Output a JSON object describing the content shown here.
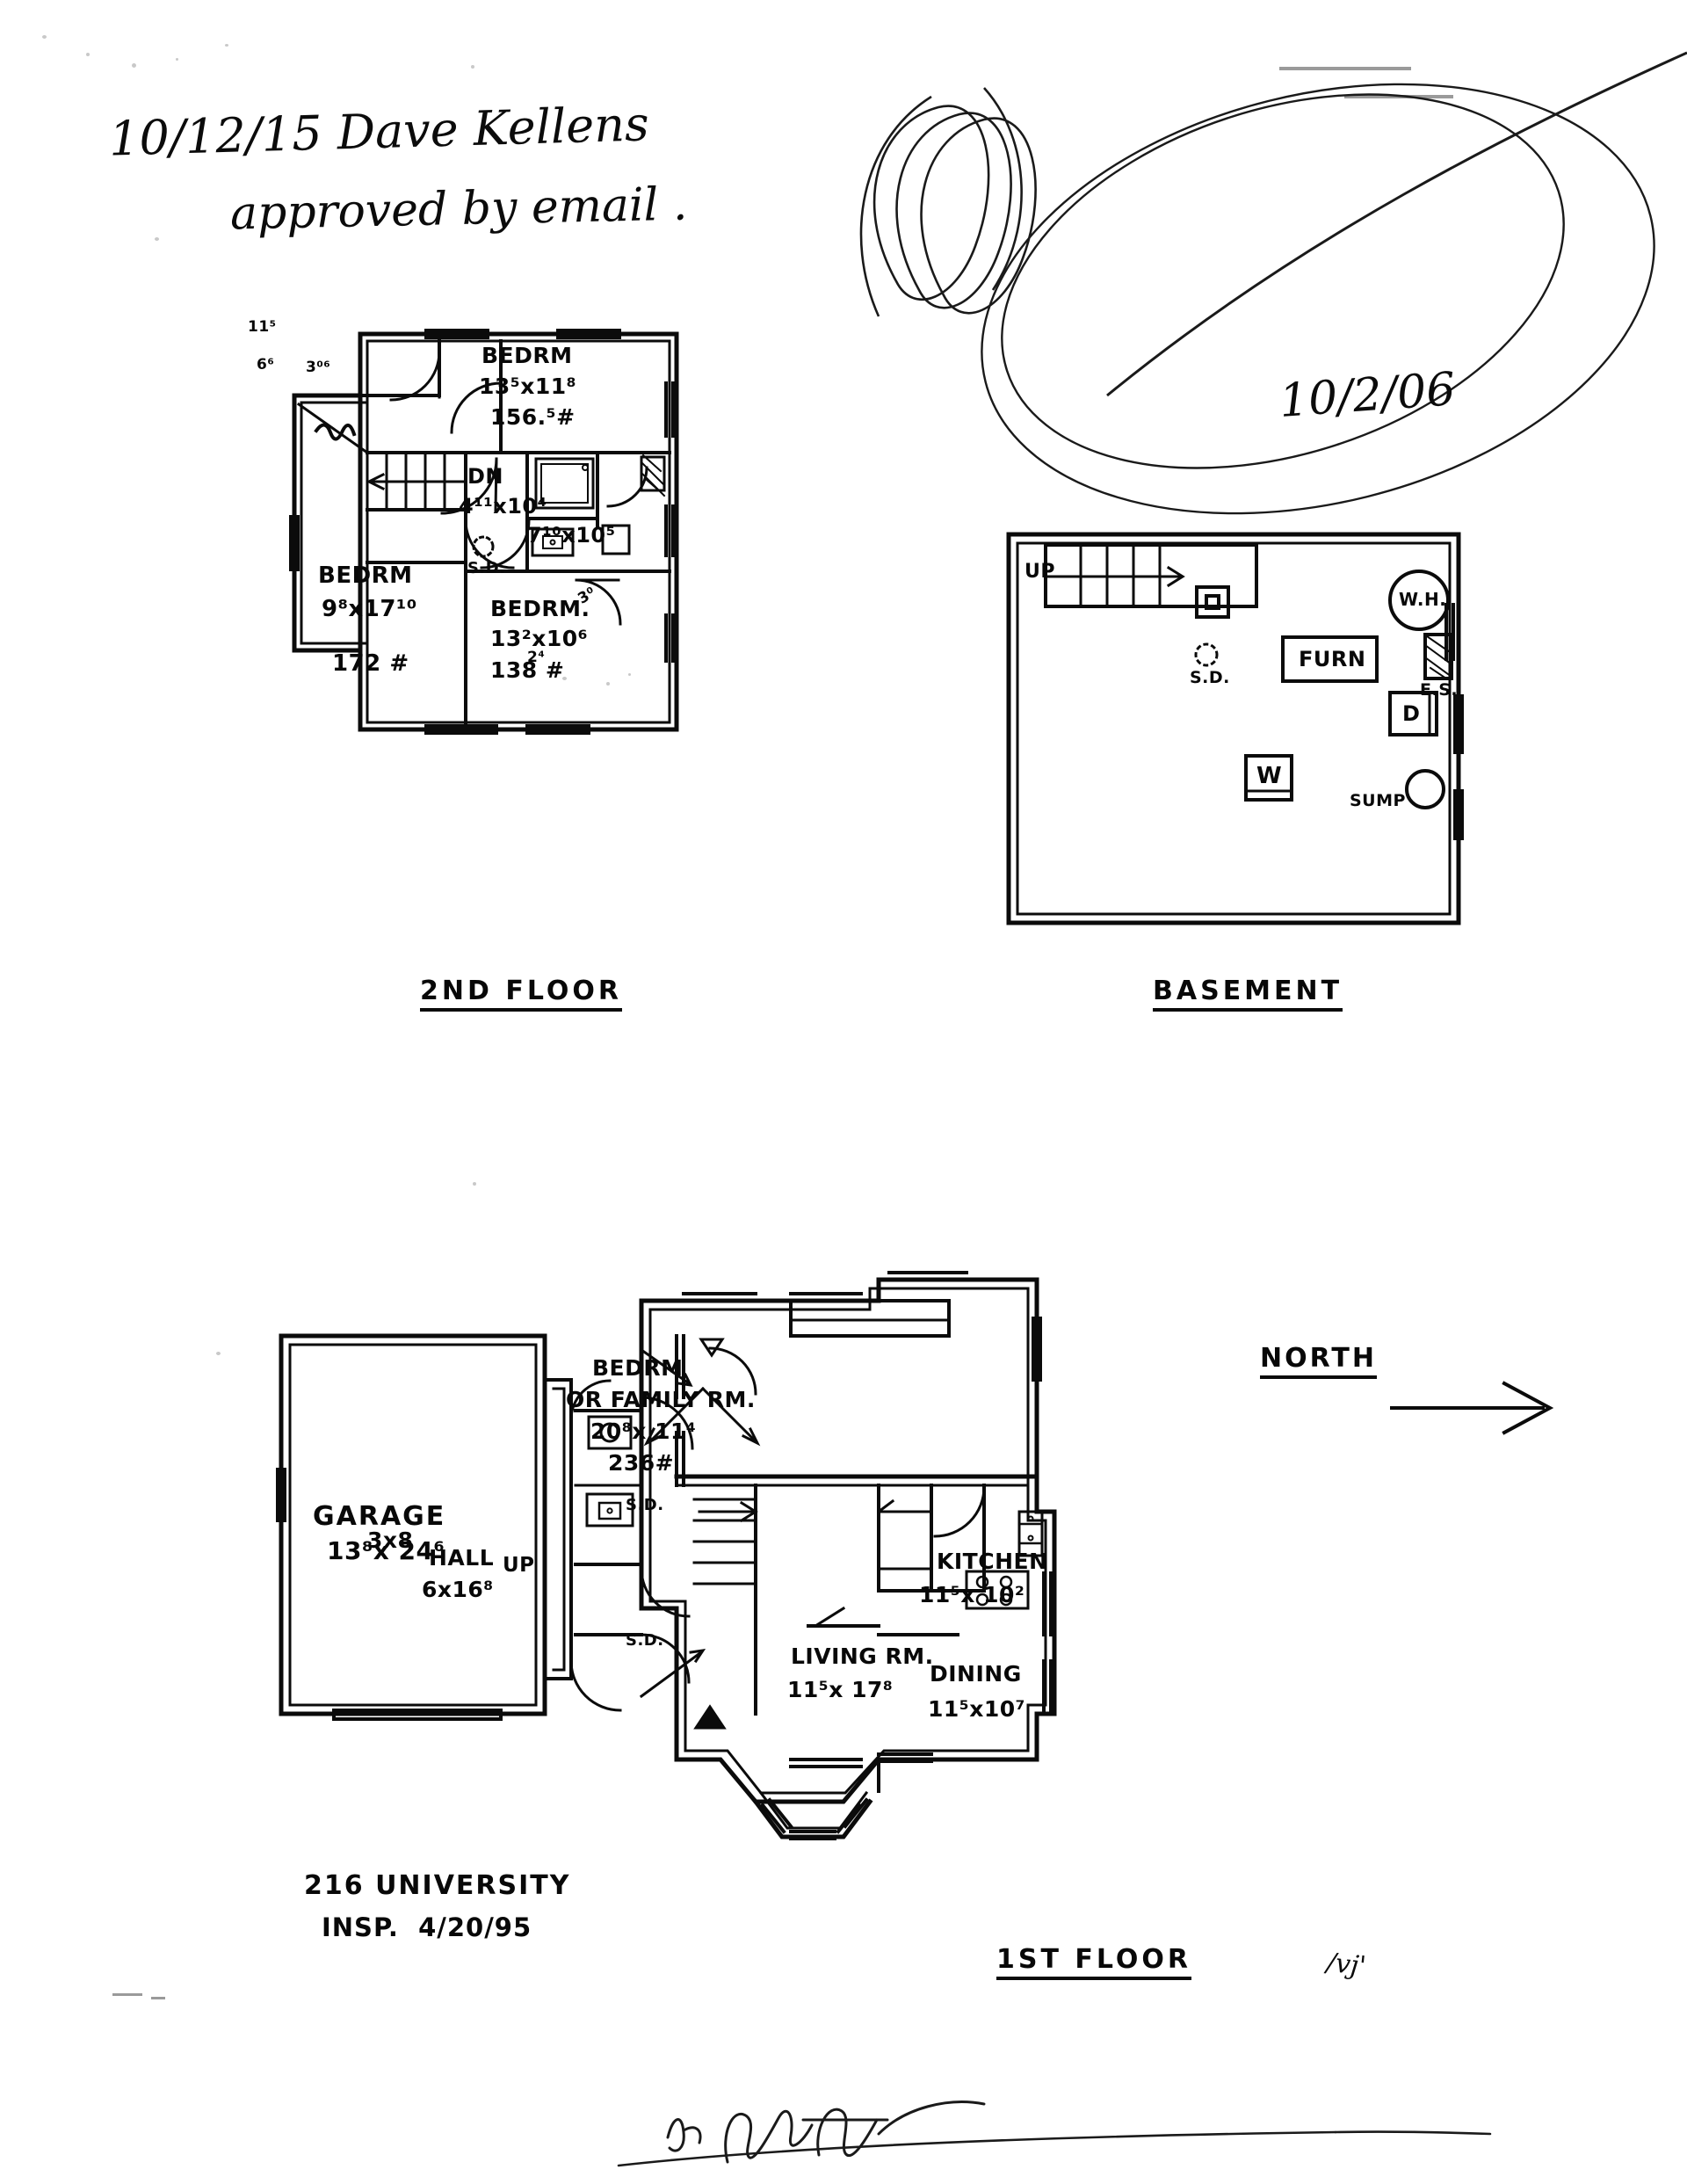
{
  "document": {
    "kind": "scanned-floor-plan-sheet",
    "address": "216 UNIVERSITY",
    "inspection": "INSP.  4/20/95"
  },
  "annotations": {
    "approval_line1": "10/12/15 Dave Kellens",
    "approval_line2": "approved by email .",
    "circled_date": "10/2/06",
    "stray_mark": "/vj'"
  },
  "plans": [
    {
      "id": "second-floor",
      "title": "2ND FLOOR",
      "labels": {
        "bedroom_ne": {
          "name": "BEDRM",
          "dims": "13⁵x11⁸",
          "area": "156.⁵#"
        },
        "bedroom_w": {
          "name": "BEDRM",
          "dims": "9⁸x17¹⁰",
          "area": "172 #"
        },
        "bedroom_s": {
          "name": "BEDRM.",
          "dims": "13²x10⁶",
          "area": "138 #"
        },
        "hall": {
          "name": "DN",
          "dims": "4¹¹x10⁴"
        },
        "bath": {
          "dims": "7¹⁰x10⁵"
        },
        "smoke_detector": "S.D.",
        "closet_marks": [
          "11⁵",
          "6⁶",
          "3⁰⁶",
          "3⁰",
          "2⁴"
        ]
      }
    },
    {
      "id": "basement",
      "title": "BASEMENT",
      "labels": {
        "stairs": "UP",
        "smoke_detector": "S.D.",
        "furnace": "FURN",
        "water_heater": "W.H.",
        "electric_service": "E.S.",
        "dryer": "D",
        "washer": "W",
        "sump": "SUMP"
      }
    },
    {
      "id": "first-floor",
      "title": "1ST FLOOR",
      "labels": {
        "garage": {
          "name": "GARAGE",
          "dims": "13⁸x 24⁶"
        },
        "bedrm_family": {
          "name": "BEDRM",
          "name2": "OR FAMILY RM.",
          "dims": "20⁸x 11⁴",
          "area": "236#"
        },
        "living": {
          "name": "LIVING RM.",
          "dims": "11⁵x 17⁸"
        },
        "kitchen": {
          "name": "KITCHEN",
          "dims": "11⁵x 10²"
        },
        "dining": {
          "name": "DINING",
          "dims": "11⁵x10⁷"
        },
        "hall": {
          "name": "HALL",
          "dims": "6x16⁸"
        },
        "bath": {
          "dims": "3x8"
        },
        "stairs": "UP",
        "smoke_detector_a": "S.D.",
        "smoke_detector_b": "S.D.",
        "compass": "NORTH"
      }
    }
  ],
  "colors": {
    "ink": "#0b0b0b",
    "paper": "#ffffff",
    "scan_noise": "#c9c9c9"
  }
}
